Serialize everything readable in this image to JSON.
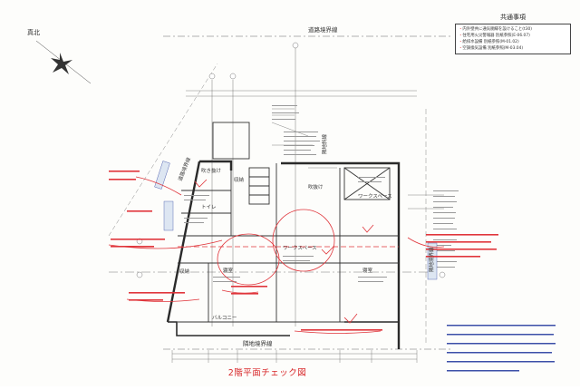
{
  "labels": {
    "north": "真北",
    "road_boundary": "道路境界線",
    "neighbor_boundary_bottom": "隣地境界線",
    "neighbor_boundary_right": "隣地境界線",
    "road_boundary_side": "道路境界線",
    "oblique_line": "隣地斜線",
    "rooms": {
      "storage": "収納",
      "stairwell": "吹き抜け",
      "toilet": "トイレ",
      "storage2": "収納",
      "bedroom1": "寝室",
      "workspace1": "ワークスペース",
      "workspace2": "ワークスペース",
      "bedroom2": "寝室",
      "balcony": "バルコニー",
      "void": "吹抜け"
    }
  },
  "common_notes": {
    "title": "共通事項",
    "items": [
      "内外壁共に通気胴縁を設けること(t30)",
      "住宅用火災警報器 別紙参照(E-06.07)",
      "給排水設備 別紙参照(M-01.02)",
      "空調換気設備 別紙参照(M-03.04)"
    ]
  },
  "sheet_title": "2階平面チェック図",
  "colors": {
    "wall": "#2a2a2a",
    "line": "#555555",
    "redline": "#e0353b",
    "blue_ink": "#3c4fa8",
    "tag_fill": "#dde6f2"
  }
}
